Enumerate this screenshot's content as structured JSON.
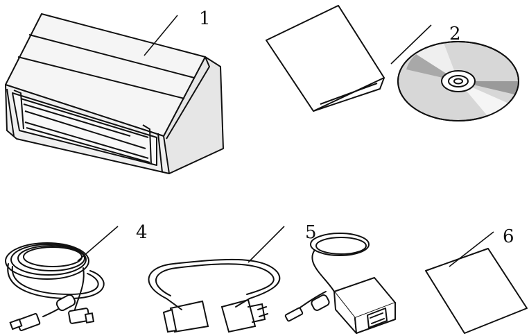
{
  "callouts": [
    {
      "label": "1"
    },
    {
      "label": "2"
    },
    {
      "label": "4"
    },
    {
      "label": "5"
    },
    {
      "label": "6"
    }
  ],
  "colors": {
    "stroke": "#111111",
    "scanner_top": "#f2f2f2",
    "scanner_side": "#e6e6e6",
    "paper": "#ffffff",
    "disc_ring": "#bdbdbd",
    "disc_light": "#efefef",
    "disc_dark": "#9a9a9a",
    "cable": "#ffffff"
  }
}
